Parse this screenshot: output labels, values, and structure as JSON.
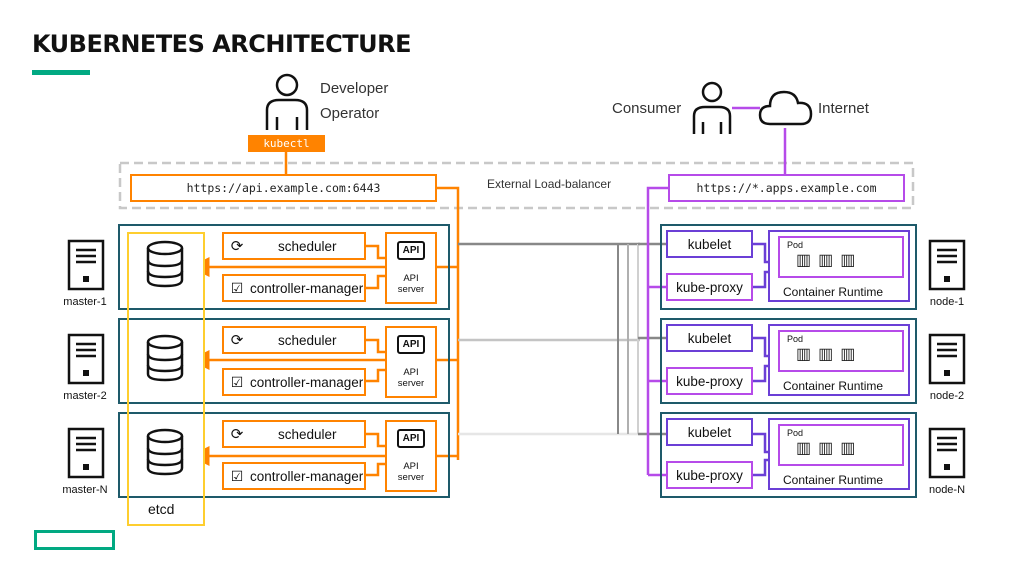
{
  "title": "KUBERNETES ARCHITECTURE",
  "developer": {
    "line1": "Developer",
    "line2": "Operator"
  },
  "kubectl": "kubectl",
  "api_url": "https://api.example.com:6443",
  "load_balancer": "External Load-balancer",
  "consumer": "Consumer",
  "internet": "Internet",
  "apps_url": "https://*.apps.example.com",
  "etcd": "etcd",
  "masters": [
    {
      "name": "master-1",
      "scheduler": "scheduler",
      "controller": "controller-manager",
      "api_icon": "API",
      "api_label1": "API",
      "api_label2": "server"
    },
    {
      "name": "master-2",
      "scheduler": "scheduler",
      "controller": "controller-manager",
      "api_icon": "API",
      "api_label1": "API",
      "api_label2": "server"
    },
    {
      "name": "master-N",
      "scheduler": "scheduler",
      "controller": "controller-manager",
      "api_icon": "API",
      "api_label1": "API",
      "api_label2": "server"
    }
  ],
  "nodes": [
    {
      "name": "node-1",
      "kubelet": "kubelet",
      "kube_proxy": "kube-proxy",
      "pod": "Pod",
      "runtime": "Container Runtime"
    },
    {
      "name": "node-2",
      "kubelet": "kubelet",
      "kube_proxy": "kube-proxy",
      "pod": "Pod",
      "runtime": "Container Runtime"
    },
    {
      "name": "node-N",
      "kubelet": "kubelet",
      "kube_proxy": "kube-proxy",
      "pod": "Pod",
      "runtime": "Container Runtime"
    }
  ],
  "colors": {
    "orange": "#ff8300",
    "purple": "#b64be9",
    "violet": "#6b3fd6",
    "teal": "#1e5a6a",
    "yellow": "#fece2f",
    "green": "#01a982"
  }
}
